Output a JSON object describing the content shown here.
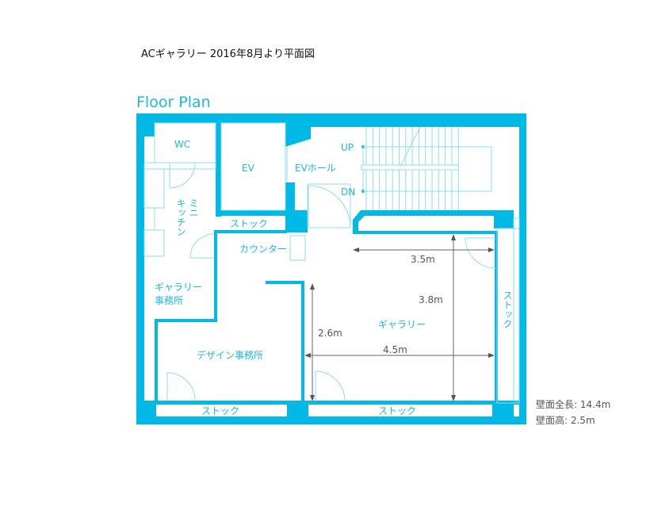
{
  "header": {
    "title": "ACギャラリー 2016年8月より平面図",
    "subtitle": "Floor Plan"
  },
  "colors": {
    "wall": "#00b9e6",
    "fixture": "#8edcf2",
    "dimension": "#555555"
  },
  "rooms": {
    "wc": "WC",
    "ev": "EV",
    "ev_hall": "EVホール",
    "up": "UP",
    "dn": "DN",
    "mini": "ミニ",
    "kitchen": "キッチン",
    "stock_top": "ストック",
    "counter": "カウンター",
    "gallery_office_1": "ギャラリー",
    "gallery_office_2": "事務所",
    "design_office": "デザイン事務所",
    "gallery": "ギャラリー",
    "stock_right": "ストック",
    "stock_bottom_left": "ストック",
    "stock_bottom_right": "ストック"
  },
  "dimensions": {
    "d1": "3.5m",
    "d2": "3.8m",
    "d3": "2.6m",
    "d4": "4.5m"
  },
  "notes": {
    "wall_length": "壁面全長: 14.4m",
    "wall_height": "壁面高: 2.5m"
  }
}
